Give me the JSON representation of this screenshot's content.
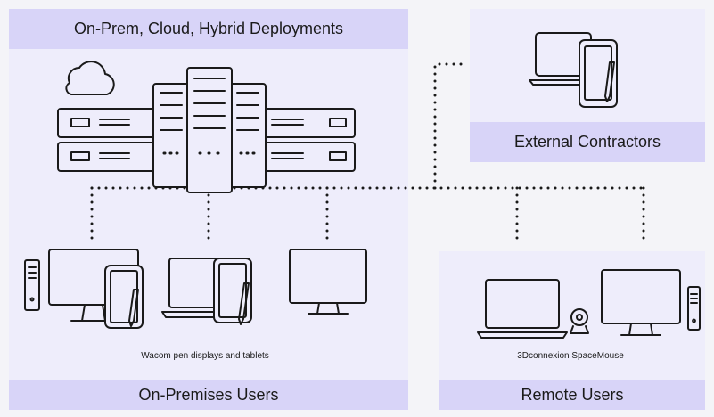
{
  "colors": {
    "background": "#f4f4f8",
    "panel": "#eeedfb",
    "label_bar": "#d8d4f8",
    "line_art": "#1a1a1a"
  },
  "sections": {
    "deployments": {
      "title": "On-Prem, Cloud, Hybrid Deployments"
    },
    "external": {
      "title": "External Contractors"
    },
    "onprem": {
      "title": "On-Premises Users",
      "caption": "Wacom pen displays and tablets"
    },
    "remote": {
      "title": "Remote Users",
      "caption": "3Dconnexion SpaceMouse"
    }
  },
  "icons": [
    "cloud-icon",
    "server-rack-icon",
    "monitor-icon",
    "pen-tablet-icon",
    "laptop-icon",
    "stylus-pen-icon",
    "pc-tower-icon",
    "webcam-icon"
  ]
}
